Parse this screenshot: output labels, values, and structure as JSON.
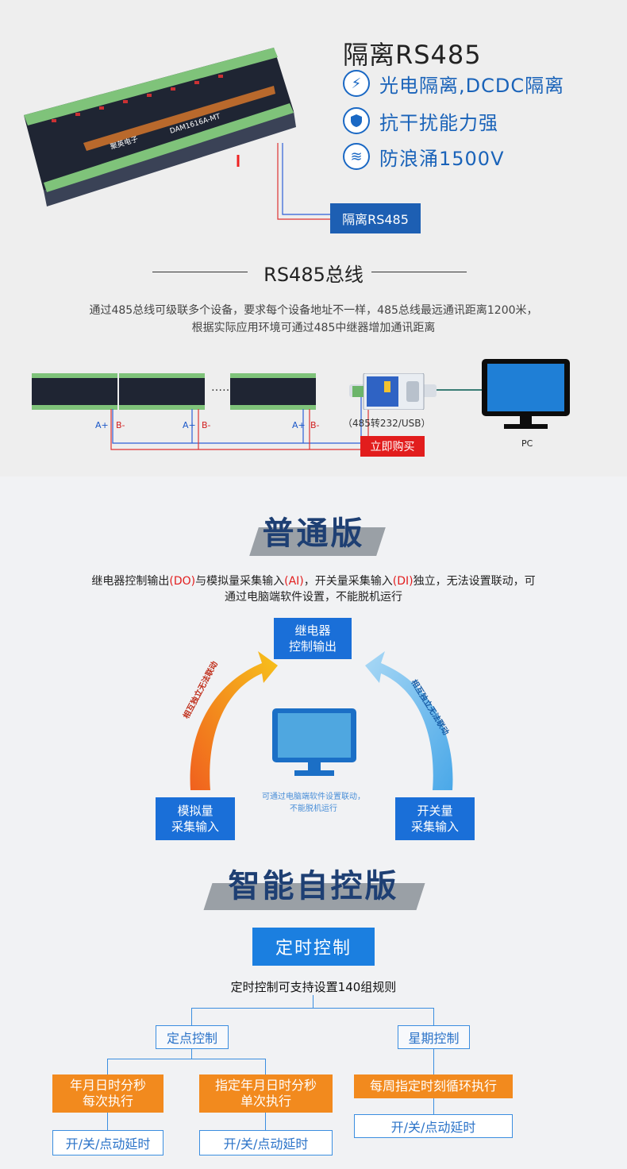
{
  "section1": {
    "feature_title": "隔离RS485",
    "features": [
      {
        "icon": "lightning-icon",
        "label": "光电隔离,DCDC隔离"
      },
      {
        "icon": "shield-icon",
        "label": "抗干扰能力强"
      },
      {
        "icon": "wave-icon",
        "label": "防浪涌1500V"
      }
    ],
    "isolation_tag": "隔离RS485",
    "device_brand": "聚英电子",
    "device_model": "DAM1616A-MT",
    "bus_title": "RS485总线",
    "bus_desc_line1": "通过485总线可级联多个设备，要求每个设备地址不一样，485总线最远通讯距离1200米，",
    "bus_desc_line2": "根据实际应用环境可通过485中继器增加通讯距离",
    "ellipsis": "……",
    "a_label": "A+",
    "b_label": "B-",
    "converter_label": "（485转232/USB）",
    "buy_label": "立即购买",
    "pc_label": "PC"
  },
  "section2": {
    "basic_title": "普通版",
    "basic_desc_pre1": "继电器控制输出",
    "basic_desc_do": "(DO)",
    "basic_desc_mid1": "与模拟量采集输入",
    "basic_desc_ai": "(AI)",
    "basic_desc_mid2": "，开关量采集输入",
    "basic_desc_di": "(DI)",
    "basic_desc_post1": "独立，无法设置联动，可",
    "basic_desc_line2": "通过电脑端软件设置，不能脱机运行",
    "relay_box_line1": "继电器",
    "relay_box_line2": "控制输出",
    "analog_box_line1": "模拟量",
    "analog_box_line2": "采集输入",
    "switch_box_line1": "开关量",
    "switch_box_line2": "采集输入",
    "left_arrow_text": "相互独立无法联动",
    "right_arrow_text": "相互独立无法联动",
    "center_note_line1": "可通过电脑端软件设置联动，",
    "center_note_line2": "不能脱机运行",
    "smart_title": "智能自控版",
    "timer_tag": "定时控制",
    "timer_desc": "定时控制可支持设置140组规则",
    "point_control": "定点控制",
    "week_control": "星期控制",
    "yearly_line1": "年月日时分秒",
    "yearly_line2": "每次执行",
    "single_line1": "指定年月日时分秒",
    "single_line2": "单次执行",
    "weekly": "每周指定时刻循环执行",
    "action1": "开/关/点动延时",
    "action2": "开/关/点动延时",
    "action3": "开/关/点动延时"
  },
  "colors": {
    "accent_blue": "#1a6fd8",
    "title_navy": "#1e3f73",
    "orange": "#f28a1e",
    "red": "#e21d1d"
  }
}
